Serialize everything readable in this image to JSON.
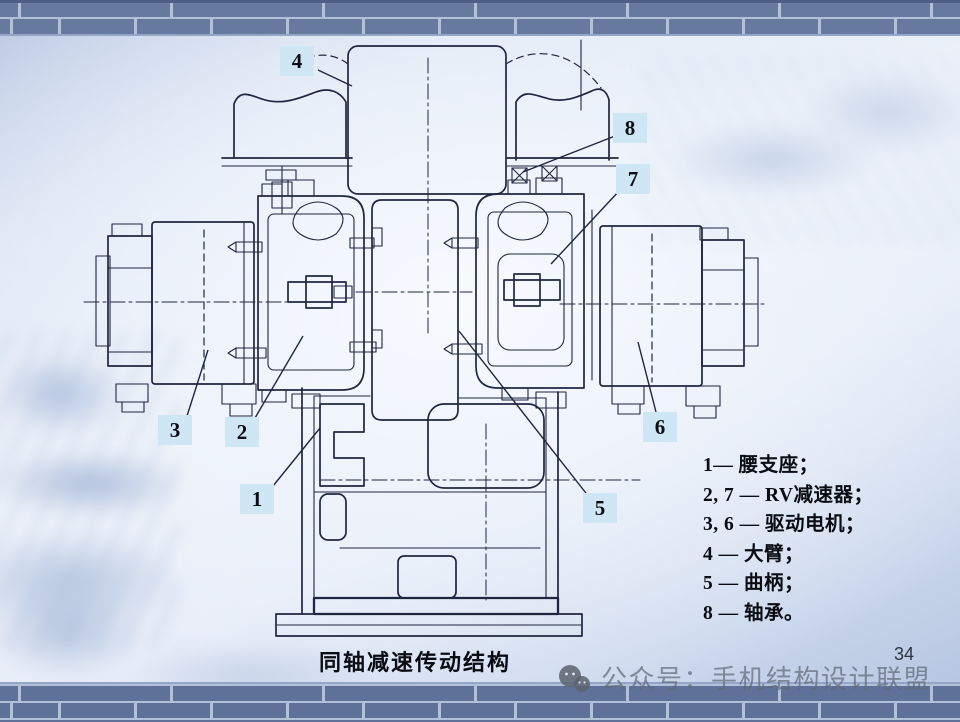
{
  "slide": {
    "page_number": "34",
    "caption": "同轴减速传动结构"
  },
  "figure": {
    "callouts": [
      {
        "num": "1"
      },
      {
        "num": "2"
      },
      {
        "num": "3"
      },
      {
        "num": "4"
      },
      {
        "num": "5"
      },
      {
        "num": "6"
      },
      {
        "num": "7"
      },
      {
        "num": "8"
      }
    ]
  },
  "legend": {
    "lines": [
      "1— 腰支座；",
      "2, 7 — RV减速器；",
      "3, 6 — 驱动电机；",
      "4 — 大臂；",
      "5 — 曲柄；",
      "8 — 轴承。"
    ]
  },
  "watermark": {
    "icon": "wechat-icon",
    "text": "公众号：手机结构设计联盟"
  },
  "colors": {
    "callout_bg": "#cfe7f4",
    "drawing_line": "#1f2640",
    "brick": "#68799f",
    "mortar": "#b2c1da"
  }
}
